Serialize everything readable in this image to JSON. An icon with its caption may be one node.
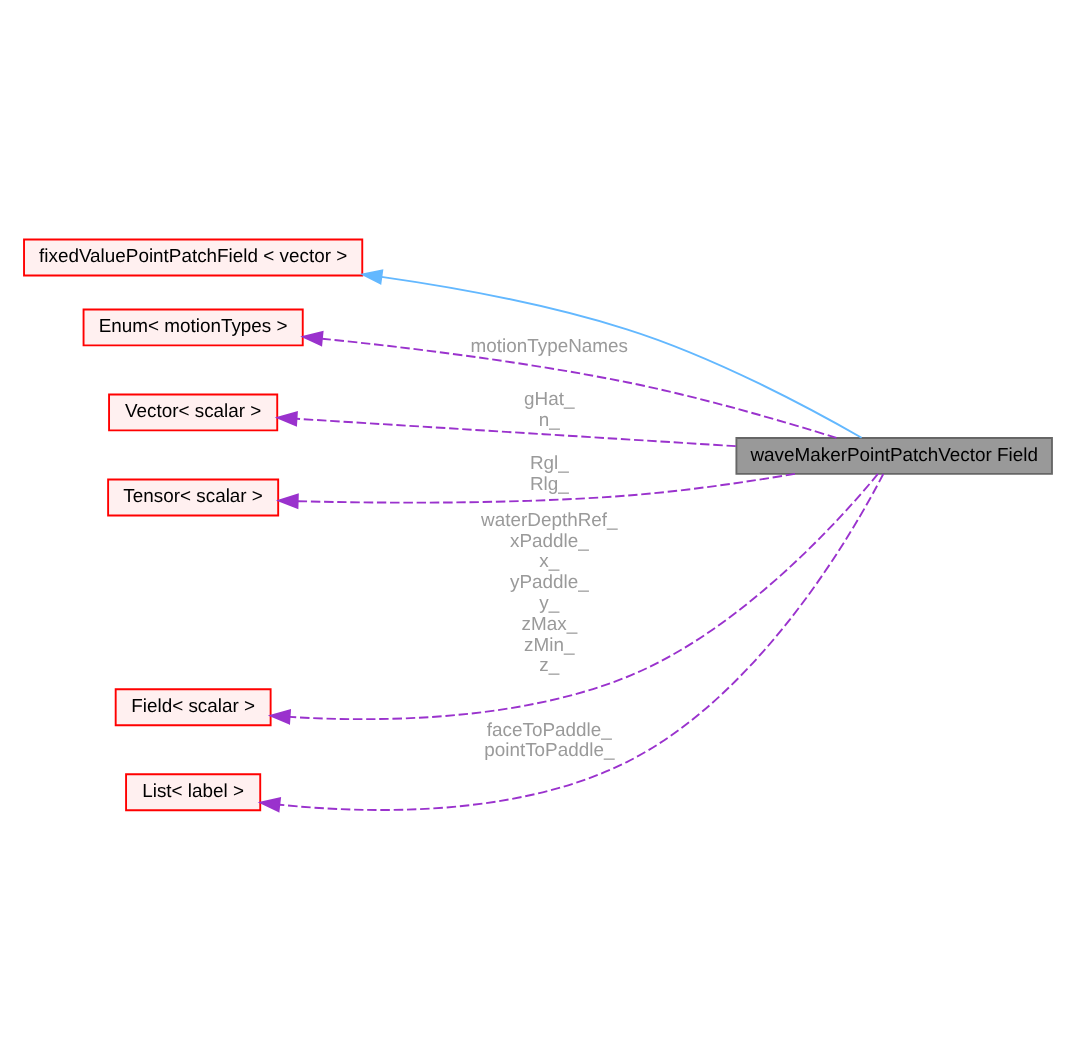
{
  "diagram": {
    "nodes": [
      {
        "text": [
          "fixedValuePointPatchField < vector >"
        ]
      },
      {
        "text": [
          "Enum< motionTypes >"
        ]
      },
      {
        "text": [
          "Vector< scalar >"
        ]
      },
      {
        "text": [
          "Tensor< scalar >"
        ]
      },
      {
        "text": [
          "waveMakerPointPatchVector Field"
        ]
      },
      {
        "text": [
          "Field< scalar >"
        ]
      },
      {
        "text": [
          "List< label >"
        ]
      }
    ],
    "edges": [
      {
        "from": 4,
        "to": 0,
        "arrow": "to",
        "color": "#63b8ff"
      },
      {
        "from": 4,
        "to": 1,
        "arrow": "to",
        "style": "dashed",
        "label": "motionTypeNames"
      },
      {
        "from": 4,
        "to": 2,
        "arrow": "to",
        "style": "dashed",
        "label": "gHat_ n_"
      },
      {
        "from": 4,
        "to": 3,
        "arrow": "to",
        "style": "dashed",
        "label": "Rgl_ Rlg_"
      },
      {
        "from": 4,
        "to": 5,
        "arrow": "to",
        "style": "dashed",
        "label": "waterDepthRef_ xPaddle_ x_ yPaddle_ y_ zMax_ zMin_ z_"
      },
      {
        "from": 4,
        "to": 6,
        "arrow": "to",
        "style": "dashed",
        "label": "faceToPaddle_ pointToPaddle_"
      }
    ]
  }
}
